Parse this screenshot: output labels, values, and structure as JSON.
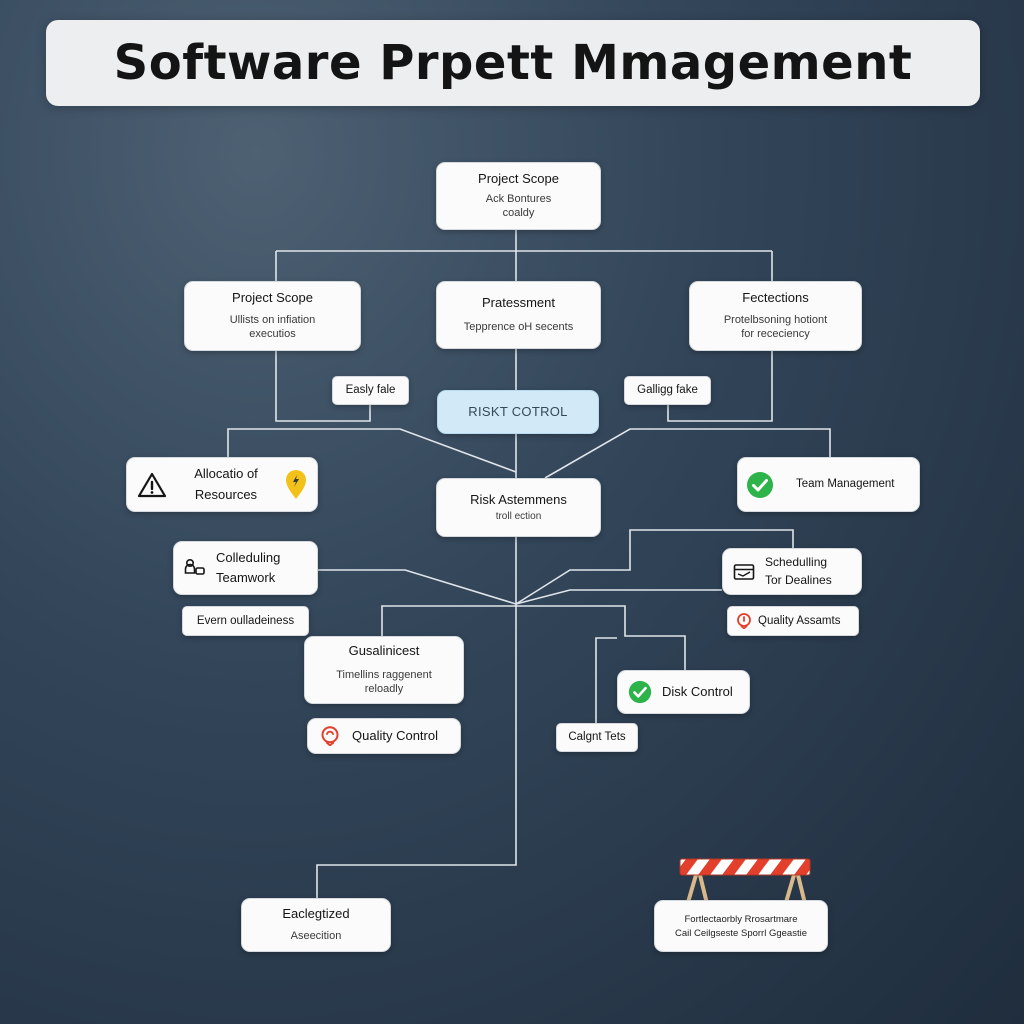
{
  "title": "Software Prpett Mmagement",
  "nodes": {
    "top_scope": {
      "title": "Project Scope",
      "line1": "Ack Bontures",
      "line2": "coaldy"
    },
    "left_scope": {
      "title": "Project Scope",
      "line1": "Ullists on infiation",
      "line2": "executios"
    },
    "assessment": {
      "title": "Pratessment",
      "line1": "Tepprence oH secents"
    },
    "fefections": {
      "title": "Fectections",
      "line1": "Protelbsoning hotiont",
      "line2": "for receciency"
    },
    "easly_fale": {
      "title": "Easly fale"
    },
    "risk_control": {
      "title": "RISKT COTROL"
    },
    "galling_fake": {
      "title": "Galligg fake"
    },
    "allocation": {
      "title_line1": "Allocatio of",
      "title_line2": "Resources"
    },
    "team_management": {
      "title": "Team Management"
    },
    "risk_assessments": {
      "title": "Risk Astemmens",
      "line1": "troll ection"
    },
    "colleduling": {
      "title_line1": "Colleduling",
      "title_line2": "Teamwork"
    },
    "scheduling": {
      "title_line1": "Schedulling",
      "title_line2": "Tor Dealines"
    },
    "overn": {
      "title": "Evern oulladeiness"
    },
    "quality_assamts": {
      "title": "Quality Assamts"
    },
    "gusalinicest": {
      "title": "Gusalinicest",
      "line1": "Timellins raggenent",
      "line2": "reloadly"
    },
    "disk_control": {
      "title": "Disk Control"
    },
    "quality_control": {
      "title": "Quality Control"
    },
    "calgnt_tets": {
      "title": "Calgnt Tets"
    },
    "eaclegtized": {
      "title": "Eaclegtized",
      "line1": "Aseecition"
    },
    "footnote": {
      "line1": "Fortlectaorbly Rrosartmare",
      "line2": "Cail Ceilgseste Sporrl Ggeastie"
    }
  },
  "colors": {
    "background": "#2a3a4c",
    "connector": "#dfe4ea",
    "risk_control_fill": "#d2eaf8",
    "check_green": "#2db34a",
    "warning_yellow": "#f2c21b",
    "barrier_red": "#e2402c"
  },
  "icons": {
    "allocation_left": "warning-triangle-icon",
    "allocation_right": "map-pin-icon",
    "team_management": "check-circle-icon",
    "disk_control": "check-circle-icon",
    "colleduling": "team-people-icon",
    "scheduling": "calendar-icon",
    "quality_assamts": "badge-icon",
    "quality_control": "badge-icon",
    "barrier": "road-barrier-icon"
  }
}
